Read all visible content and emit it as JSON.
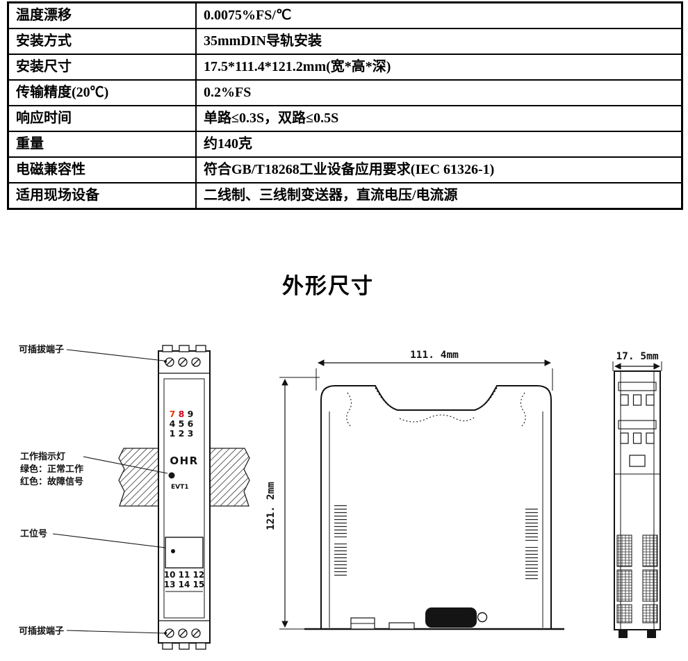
{
  "colors": {
    "accent_red_1": "#e8380d",
    "accent_red_2": "#d0021b",
    "line": "#141414"
  },
  "spec_table": {
    "rows": [
      {
        "label": "温度漂移",
        "value": "0.0075%FS/℃"
      },
      {
        "label": "安装方式",
        "value": "35mmDIN导轨安装"
      },
      {
        "label": "安装尺寸",
        "value": "17.5*111.4*121.2mm(宽*高*深)"
      },
      {
        "label": "传输精度(20℃)",
        "value": "0.2%FS"
      },
      {
        "label": "响应时间",
        "value": "单路≤0.3S，双路≤0.5S"
      },
      {
        "label": "重量",
        "value": "约140克"
      },
      {
        "label": "电磁兼容性",
        "value": "符合GB/T18268工业设备应用要求(IEC 61326-1)"
      },
      {
        "label": "适用现场设备",
        "value": "二线制、三线制变送器，直流电压/电流源"
      }
    ]
  },
  "section_title": "外形尺寸",
  "front_view": {
    "label_terminal_top": "可插拔端子",
    "label_indicator_line1": "工作指示灯",
    "label_indicator_line2": "绿色：正常工作",
    "label_indicator_line3": "红色：故障信号",
    "label_station": "工位号",
    "label_terminal_bottom": "可插拔端子",
    "brand": "OHR",
    "led_label": "EVT1",
    "terminal_numbers_top": {
      "row1": [
        "7",
        "8",
        "9"
      ],
      "row2": [
        "4",
        "5",
        "6"
      ],
      "row3": [
        "1",
        "2",
        "3"
      ]
    },
    "terminal_numbers_bottom": {
      "row1": "10 11 12",
      "row2": "13 14 15"
    }
  },
  "dimensions": {
    "width_label": "111. 4mm",
    "height_label": "121. 2mm",
    "depth_label": "17. 5mm"
  }
}
